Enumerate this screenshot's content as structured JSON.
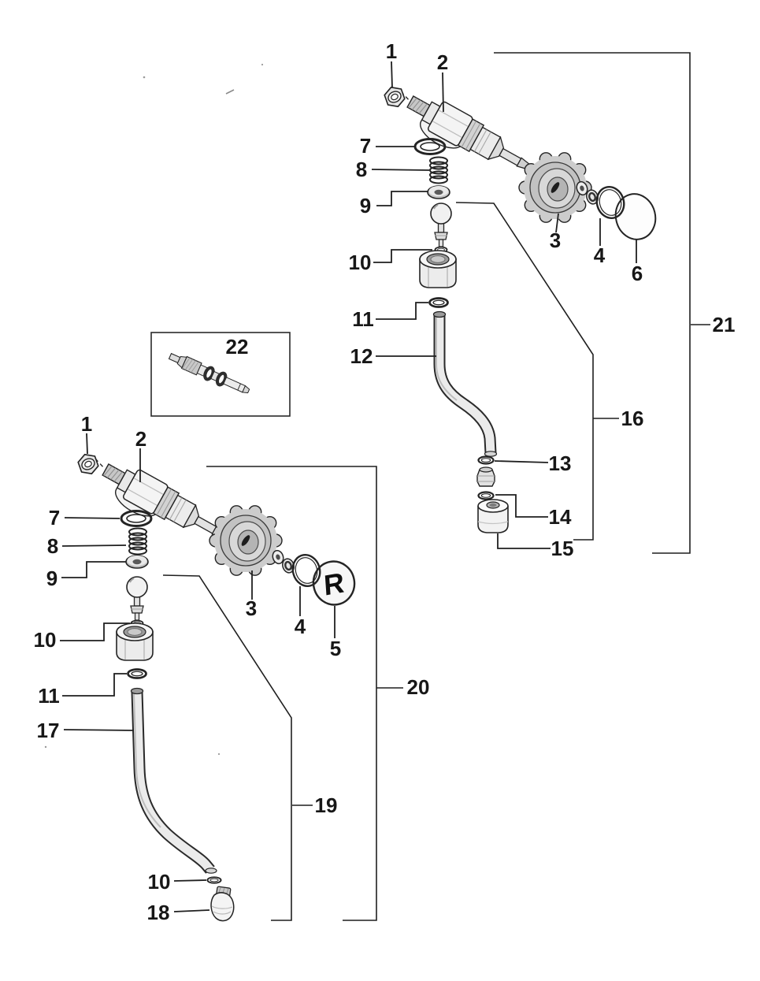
{
  "figure": {
    "kind": "exploded-parts-diagram",
    "background": "#ffffff",
    "line_color": "#1f1f1f",
    "part_fill_light": "#f2f2f2",
    "part_fill_mid": "#cccccc",
    "part_fill_dark": "#2e2e2e"
  },
  "logo": {
    "letter": "R"
  },
  "callouts": {
    "u1": "1",
    "u2": "2",
    "u3": "3",
    "u4": "4",
    "u6": "6",
    "u7": "7",
    "u8": "8",
    "u9": "9",
    "u10": "10",
    "u11": "11",
    "u12": "12",
    "u13": "13",
    "u14": "14",
    "u15": "15",
    "b16": "16",
    "b21": "21",
    "p22": "22",
    "l1": "1",
    "l2": "2",
    "l3": "3",
    "l4": "4",
    "l5": "5",
    "l7": "7",
    "l8": "8",
    "l9": "9",
    "l10": "10",
    "l11": "11",
    "l17": "17",
    "l10b": "10",
    "l18": "18",
    "b19": "19",
    "b20": "20"
  }
}
